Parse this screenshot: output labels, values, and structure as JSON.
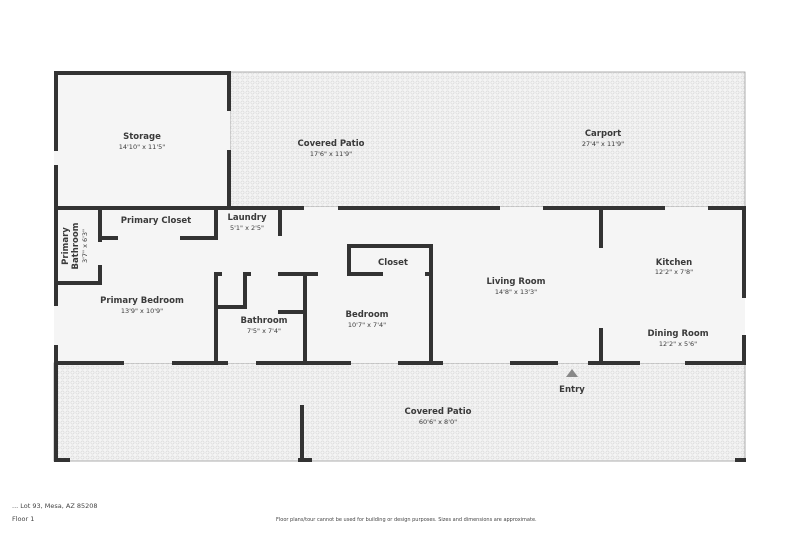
{
  "rooms": {
    "storage": {
      "name": "Storage",
      "dims": "14'10\" x 11'5\""
    },
    "covered_patio_top": {
      "name": "Covered Patio",
      "dims": "17'6\" x 11'9\""
    },
    "carport": {
      "name": "Carport",
      "dims": "27'4\" x 11'9\""
    },
    "primary_bathroom": {
      "name1": "Primary",
      "name2": "Bathroom",
      "dims": "3'7\" x 6'3\""
    },
    "primary_closet": {
      "name": "Primary Closet"
    },
    "laundry": {
      "name": "Laundry",
      "dims": "5'1\" x 2'5\""
    },
    "closet": {
      "name": "Closet"
    },
    "living_room": {
      "name": "Living Room",
      "dims": "14'8\" x 13'3\""
    },
    "kitchen": {
      "name": "Kitchen",
      "dims": "12'2\" x 7'8\""
    },
    "primary_bedroom": {
      "name": "Primary Bedroom",
      "dims": "13'9\" x 10'9\""
    },
    "bathroom": {
      "name": "Bathroom",
      "dims": "7'5\" x 7'4\""
    },
    "bedroom": {
      "name": "Bedroom",
      "dims": "10'7\" x 7'4\""
    },
    "dining_room": {
      "name": "Dining Room",
      "dims": "12'2\" x 5'6\""
    },
    "covered_patio_bottom": {
      "name": "Covered Patio",
      "dims": "60'6\" x 8'0\""
    }
  },
  "entry_label": "Entry",
  "footer": {
    "address": "... Lot 93, Mesa, AZ 85208",
    "floor": "Floor 1",
    "disclaimer": "Floor plans/tour cannot be used for building or design purposes. Sizes and dimensions are approximate."
  },
  "colors": {
    "wall": "#333333",
    "floor": "#f5f5f5",
    "patio": "#ebebeb"
  }
}
